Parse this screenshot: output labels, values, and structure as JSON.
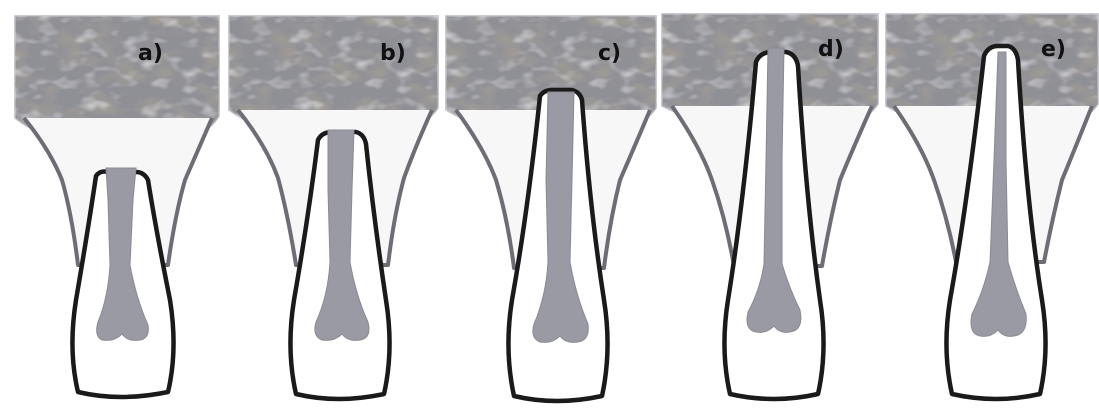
{
  "figure": {
    "panels": [
      {
        "label": "a)"
      },
      {
        "label": "b)"
      },
      {
        "label": "c)"
      },
      {
        "label": "d)"
      },
      {
        "label": "e)"
      }
    ]
  },
  "colors": {
    "bone_base": "#8f8f96",
    "bone_dark": "#5e5a4f",
    "bone_light": "#b8b8c0",
    "canal": "#9a9aa4",
    "outline": "#1a1a1a",
    "gum_outline": "#6d6d75",
    "gum_fill": "#f7f7f8",
    "background": "#ffffff"
  }
}
